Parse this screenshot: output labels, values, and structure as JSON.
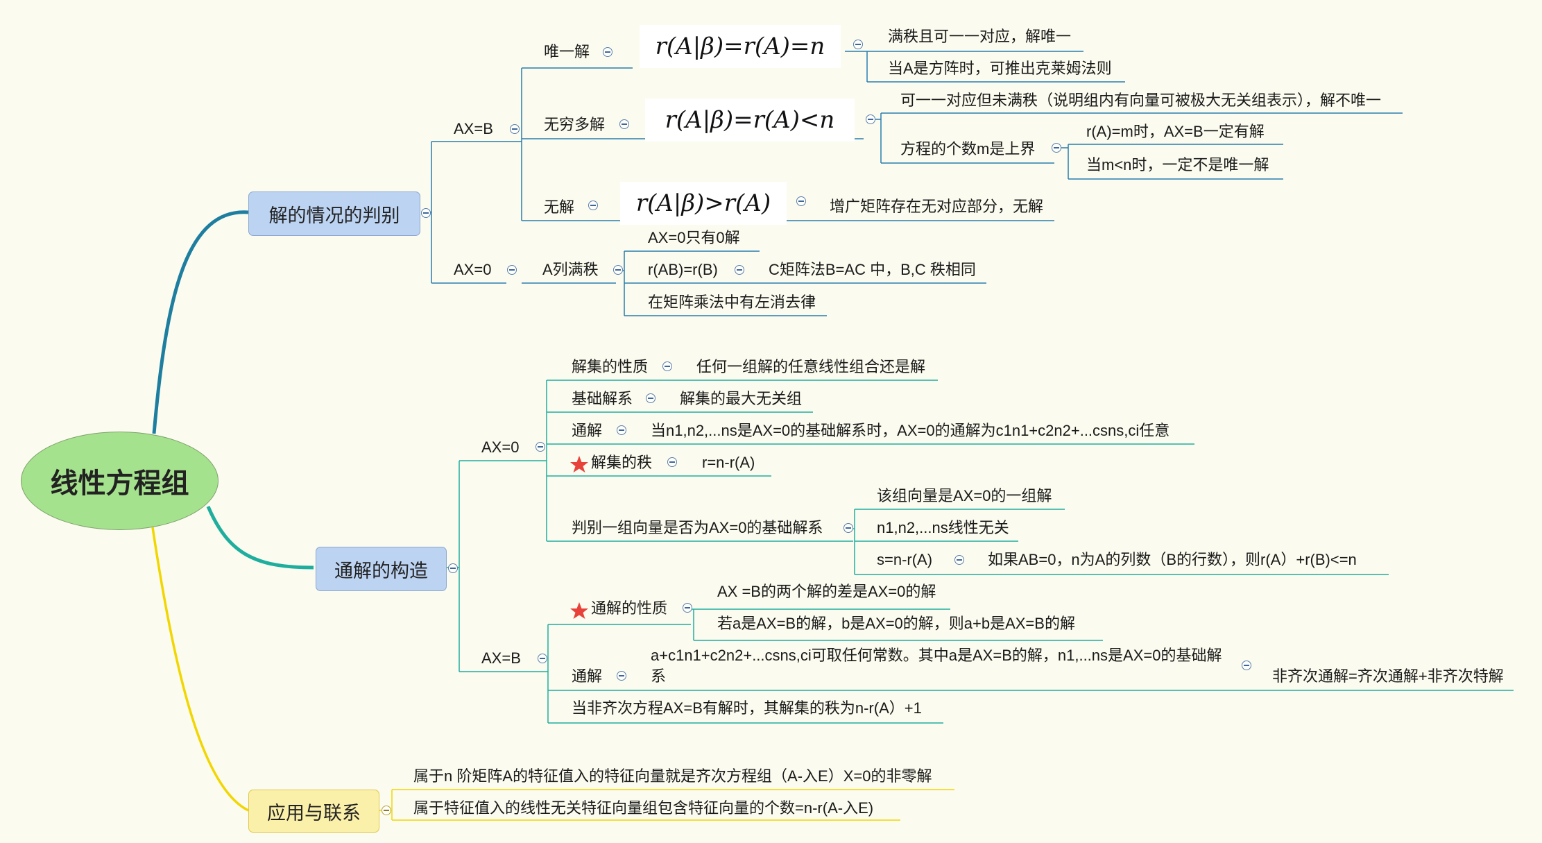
{
  "root": "线性方程组",
  "collapse_icon": "minus-circle-icon",
  "colors": {
    "background": "#fbfbef",
    "root_fill": "#a5e28d",
    "main_blue": "#bcd3f2",
    "main_yellow": "#fbf0aa",
    "branch_1": "#1e7ea0",
    "branch_2": "#1fae9e",
    "branch_3": "#f2d600",
    "line_blue": "#2a7cae",
    "line_teal": "#1fae9e",
    "line_yellow": "#f2d600",
    "star": "#e8413a"
  },
  "branch1": {
    "title": "解的情况的判别",
    "axb": {
      "label": "AX=B",
      "unique": {
        "label": "唯一解",
        "formula": "r(A|β)=r(A)=n",
        "notes": [
          "满秩且可一一对应，解唯一",
          "当A是方阵时，可推出克莱姆法则"
        ]
      },
      "infinite": {
        "label": "无穷多解",
        "formula": "r(A|β)=r(A)<n",
        "note": "可一一对应但未满秩（说明组内有向量可被极大无关组表示），解不唯一",
        "eq_count": {
          "label": "方程的个数m是上界",
          "notes": [
            "r(A)=m时，AX=B一定有解",
            "当m<n时，一定不是唯一解"
          ]
        }
      },
      "none": {
        "label": "无解",
        "formula": "r(A|β)>r(A)",
        "note": "增广矩阵存在无对应部分，无解"
      }
    },
    "ax0": {
      "label": "AX=0",
      "colfull": {
        "label": "A列满秩",
        "items": [
          "AX=0只有0解",
          "r(AB)=r(B)",
          "在矩阵乘法中有左消去律"
        ],
        "rab_note": "C矩阵法B=AC 中，B,C 秩相同"
      }
    }
  },
  "branch2": {
    "title": "通解的构造",
    "ax0": {
      "label": "AX=0",
      "items": [
        {
          "label": "解集的性质",
          "note": "任何一组解的任意线性组合还是解"
        },
        {
          "label": "基础解系",
          "note": "解集的最大无关组"
        },
        {
          "label": "通解",
          "note": "当n1,n2,...ns是AX=0的基础解系时，AX=0的通解为c1n1+c2n2+...csns,ci任意"
        },
        {
          "label": "解集的秩",
          "note": "r=n-r(A)"
        }
      ],
      "judge": {
        "label": "判别一组向量是否为AX=0的基础解系",
        "items": [
          "该组向量是AX=0的一组解",
          "n1,n2,...ns线性无关",
          "s=n-r(A)"
        ],
        "s_note": "如果AB=0，n为A的列数（B的行数），则r(A）+r(B)<=n"
      }
    },
    "axb": {
      "label": "AX=B",
      "props": {
        "label": "通解的性质",
        "items": [
          "AX =B的两个解的差是AX=0的解",
          "若a是AX=B的解，b是AX=0的解，则a+b是AX=B的解"
        ]
      },
      "general": {
        "label": "通解",
        "note": "a+c1n1+c2n2+...csns,ci可取任何常数。其中a是AX=B的解，n1,...ns是AX=0的基础解系",
        "note2": "非齐次通解=齐次通解+非齐次特解"
      },
      "rank": "当非齐次方程AX=B有解时，其解集的秩为n-r(A）+1"
    }
  },
  "branch3": {
    "title": "应用与联系",
    "items": [
      "属于n 阶矩阵A的特征值入的特征向量就是齐次方程组（A-入E）X=0的非零解",
      "属于特征值入的线性无关特征向量组包含特征向量的个数=n-r(A-入E)"
    ]
  }
}
